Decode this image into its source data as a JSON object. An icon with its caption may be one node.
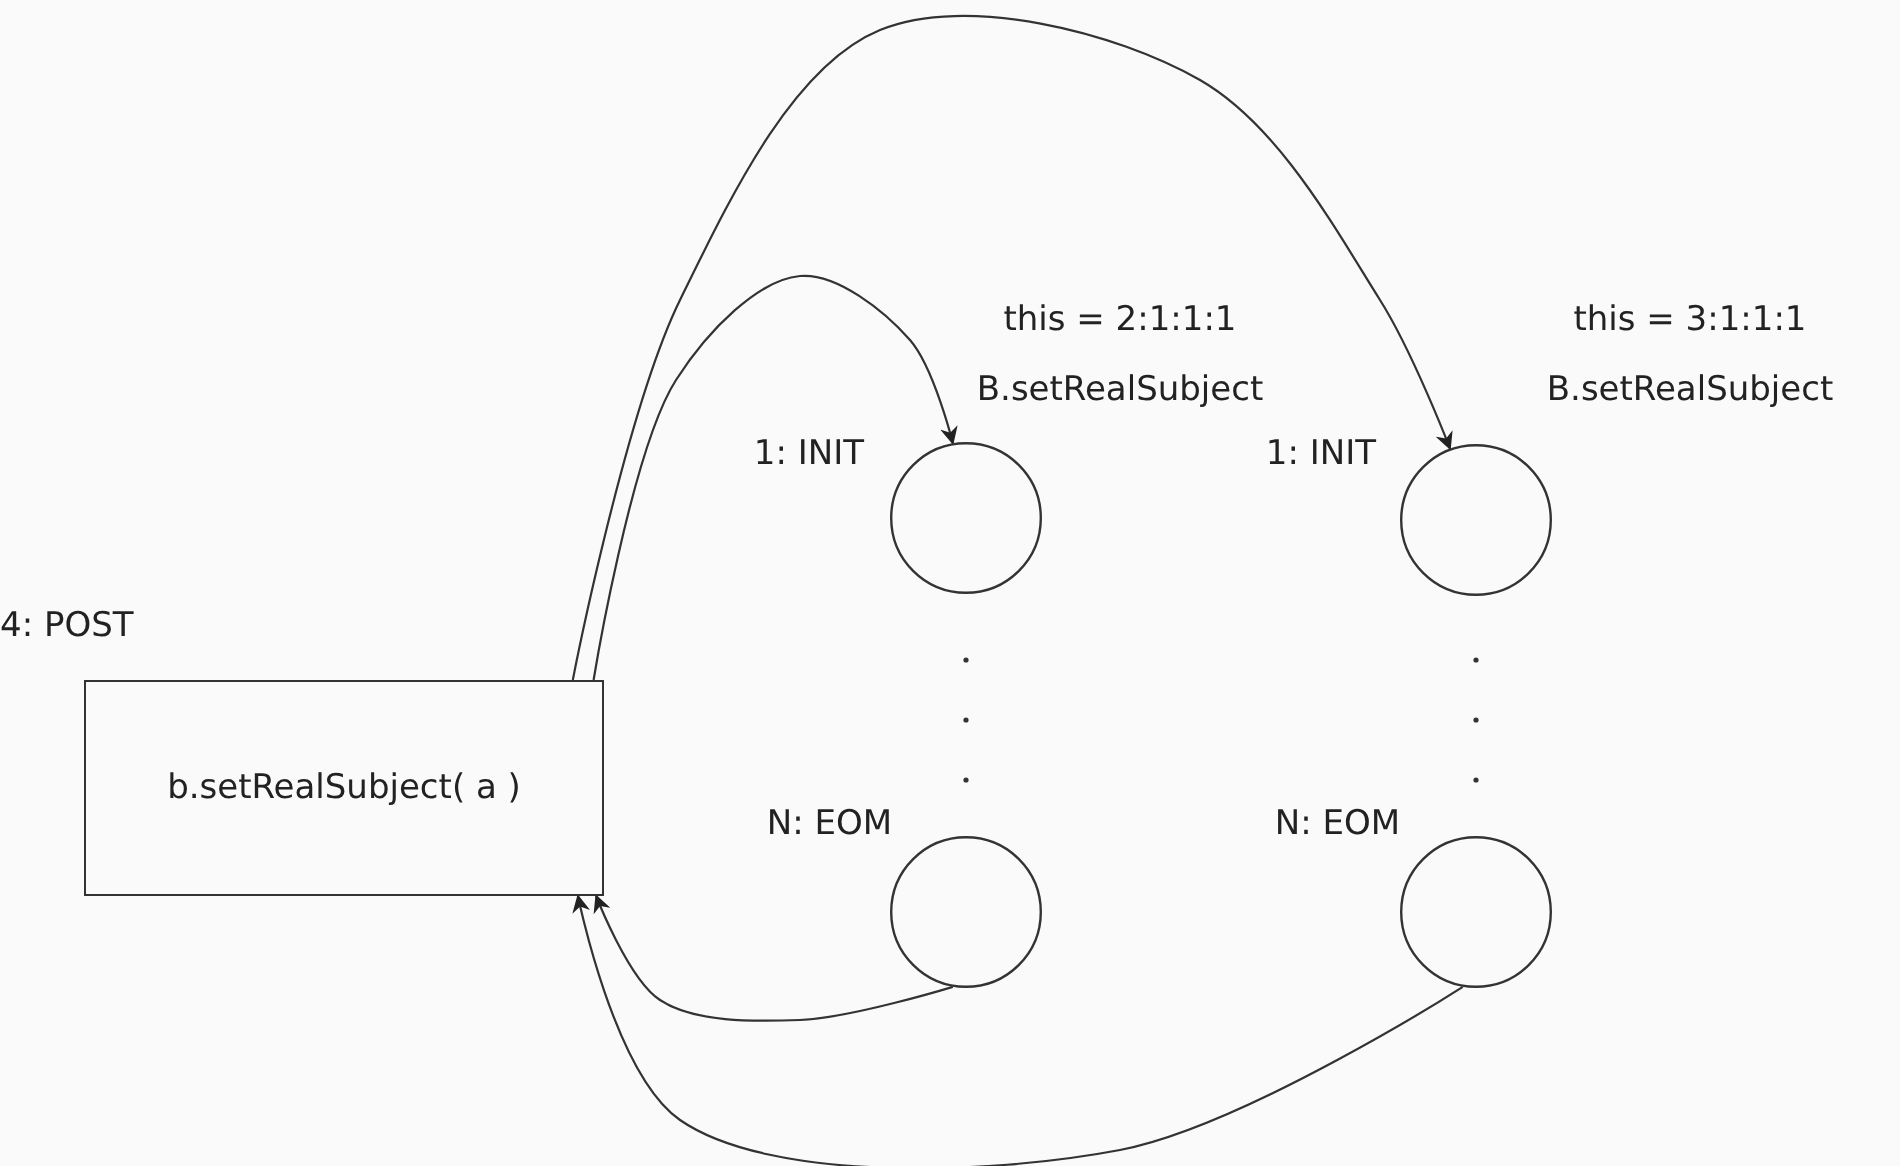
{
  "diagram": {
    "nodes": [
      {
        "text": [
          "4: POST",
          "b.setRealSubject( a )"
        ]
      },
      {
        "text": [],
        "shape": "circle",
        "beside": [
          "this = 2:1:1:1 B.setRealSubject",
          "1: INIT"
        ]
      },
      {
        "text": [],
        "shape": "circle",
        "beside": [
          "N: EOM"
        ]
      },
      {
        "text": [],
        "shape": "circle",
        "beside": [
          "this = 3:1:1:1 B.setRealSubject",
          "1: INIT"
        ]
      },
      {
        "text": [],
        "shape": "circle",
        "beside": [
          "N: EOM"
        ]
      }
    ],
    "edges": [
      {
        "from": 0,
        "to": 1,
        "arrow": "to"
      },
      {
        "from": 0,
        "to": 3,
        "arrow": "to"
      },
      {
        "from": 2,
        "to": 0,
        "arrow": "to"
      },
      {
        "from": 4,
        "to": 0,
        "arrow": "to"
      }
    ]
  }
}
